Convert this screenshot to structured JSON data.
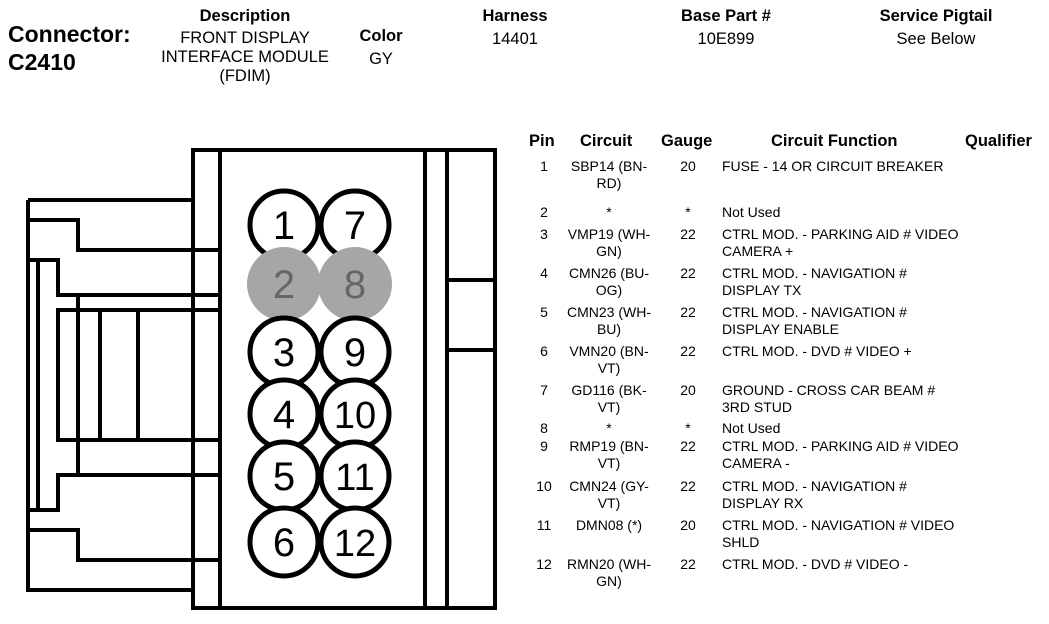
{
  "connector": {
    "label": "Connector:",
    "id": "C2410"
  },
  "description": {
    "label": "Description",
    "value": "FRONT DISPLAY INTERFACE MODULE (FDIM)"
  },
  "color": {
    "label": "Color",
    "value": "GY"
  },
  "harness": {
    "label": "Harness",
    "value": "14401"
  },
  "base_part": {
    "label": "Base Part #",
    "value": "10E899"
  },
  "service_pigtail": {
    "label": "Service Pigtail",
    "value": "See Below"
  },
  "diagram": {
    "pins": [
      {
        "number": "1",
        "used": true
      },
      {
        "number": "7",
        "used": true
      },
      {
        "number": "2",
        "used": false
      },
      {
        "number": "8",
        "used": false
      },
      {
        "number": "3",
        "used": true
      },
      {
        "number": "9",
        "used": true
      },
      {
        "number": "4",
        "used": true
      },
      {
        "number": "10",
        "used": true
      },
      {
        "number": "5",
        "used": true
      },
      {
        "number": "11",
        "used": true
      },
      {
        "number": "6",
        "used": true
      },
      {
        "number": "12",
        "used": true
      }
    ],
    "colors": {
      "used_fill": "#ffffff",
      "unused_fill": "#a6a6a6",
      "unused_text": "#666666",
      "line": "#000000"
    }
  },
  "table": {
    "headers": {
      "pin": "Pin",
      "circuit": "Circuit",
      "gauge": "Gauge",
      "function": "Circuit Function",
      "qualifier": "Qualifier"
    },
    "rows": [
      {
        "pin": "1",
        "circuit": "SBP14 (BN-RD)",
        "gauge": "20",
        "function": "FUSE - 14 OR CIRCUIT BREAKER",
        "qualifier": ""
      },
      {
        "pin": "2",
        "circuit": "*",
        "gauge": "*",
        "function": "Not Used",
        "qualifier": ""
      },
      {
        "pin": "3",
        "circuit": "VMP19 (WH-GN)",
        "gauge": "22",
        "function": "CTRL MOD. - PARKING AID # VIDEO CAMERA +",
        "qualifier": ""
      },
      {
        "pin": "4",
        "circuit": "CMN26 (BU-OG)",
        "gauge": "22",
        "function": "CTRL MOD. - NAVIGATION # DISPLAY TX",
        "qualifier": ""
      },
      {
        "pin": "5",
        "circuit": "CMN23 (WH-BU)",
        "gauge": "22",
        "function": "CTRL MOD. - NAVIGATION # DISPLAY ENABLE",
        "qualifier": ""
      },
      {
        "pin": "6",
        "circuit": "VMN20 (BN-VT)",
        "gauge": "22",
        "function": "CTRL MOD. - DVD # VIDEO +",
        "qualifier": ""
      },
      {
        "pin": "7",
        "circuit": "GD116 (BK-VT)",
        "gauge": "20",
        "function": "GROUND - CROSS CAR BEAM # 3RD STUD",
        "qualifier": ""
      },
      {
        "pin": "8",
        "circuit": "*",
        "gauge": "*",
        "function": "Not Used",
        "qualifier": ""
      },
      {
        "pin": "9",
        "circuit": "RMP19 (BN-VT)",
        "gauge": "22",
        "function": "CTRL MOD. - PARKING AID # VIDEO CAMERA -",
        "qualifier": ""
      },
      {
        "pin": "10",
        "circuit": "CMN24 (GY-VT)",
        "gauge": "22",
        "function": "CTRL MOD. - NAVIGATION # DISPLAY RX",
        "qualifier": ""
      },
      {
        "pin": "11",
        "circuit": "DMN08 (*)",
        "gauge": "20",
        "function": "CTRL MOD. - NAVIGATION # VIDEO SHLD",
        "qualifier": ""
      },
      {
        "pin": "12",
        "circuit": "RMN20 (WH-GN)",
        "gauge": "22",
        "function": "CTRL MOD. - DVD # VIDEO -",
        "qualifier": ""
      }
    ]
  }
}
